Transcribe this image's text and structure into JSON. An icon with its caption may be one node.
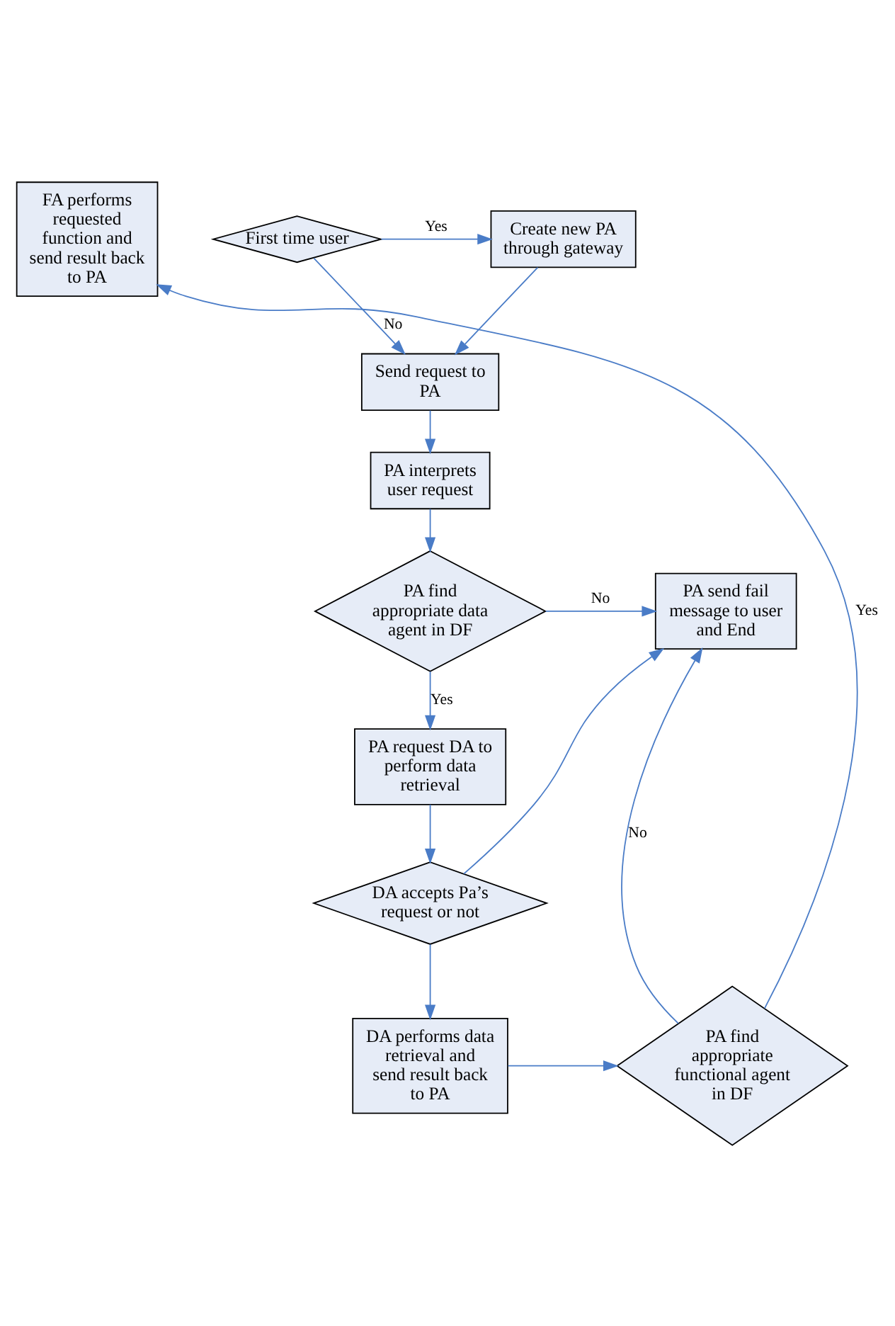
{
  "diagram": {
    "nodes": [
      {
        "text": [
          "Create new PA through gateway"
        ]
      },
      {
        "text": [
          "First time user"
        ]
      },
      {
        "text": [
          "Send request to PA"
        ]
      },
      {
        "text": [
          "PA interprets user request"
        ]
      },
      {
        "text": [
          "PA send fail message to user and End"
        ]
      },
      {
        "text": [
          "PA find appropriate data agent in DF"
        ]
      },
      {
        "text": [
          "PA request DA to perform data retrieval"
        ]
      },
      {
        "text": [
          "DA accepts Pa’s request or not"
        ]
      },
      {
        "text": [
          "FA performs requested function and send result back to PA"
        ]
      },
      {
        "text": [
          "DA performs data retrieval and send result back to PA"
        ]
      },
      {
        "text": [
          "PA find appropriate functional agent in DF"
        ]
      }
    ],
    "edges": [
      {
        "from": 1,
        "to": 0,
        "arrow": "to",
        "label": "Yes"
      },
      {
        "from": 1,
        "to": 2,
        "arrow": "to",
        "label": "No"
      },
      {
        "from": 0,
        "to": 2,
        "arrow": "to"
      },
      {
        "from": 2,
        "to": 3,
        "arrow": "to"
      },
      {
        "from": 3,
        "to": 5,
        "arrow": "to"
      },
      {
        "from": 5,
        "to": 4,
        "arrow": "to",
        "label": "No"
      },
      {
        "from": 5,
        "to": 6,
        "arrow": "to",
        "label": "Yes"
      },
      {
        "from": 6,
        "to": 7,
        "arrow": "to"
      },
      {
        "from": 7,
        "to": 4,
        "arrow": "to"
      },
      {
        "from": 7,
        "to": 9,
        "arrow": "to"
      },
      {
        "from": 9,
        "to": 10,
        "arrow": "to"
      },
      {
        "from": 10,
        "to": 8,
        "arrow": "to",
        "label": "Yes"
      },
      {
        "from": 10,
        "to": 4,
        "arrow": "to",
        "label": "No"
      }
    ]
  }
}
